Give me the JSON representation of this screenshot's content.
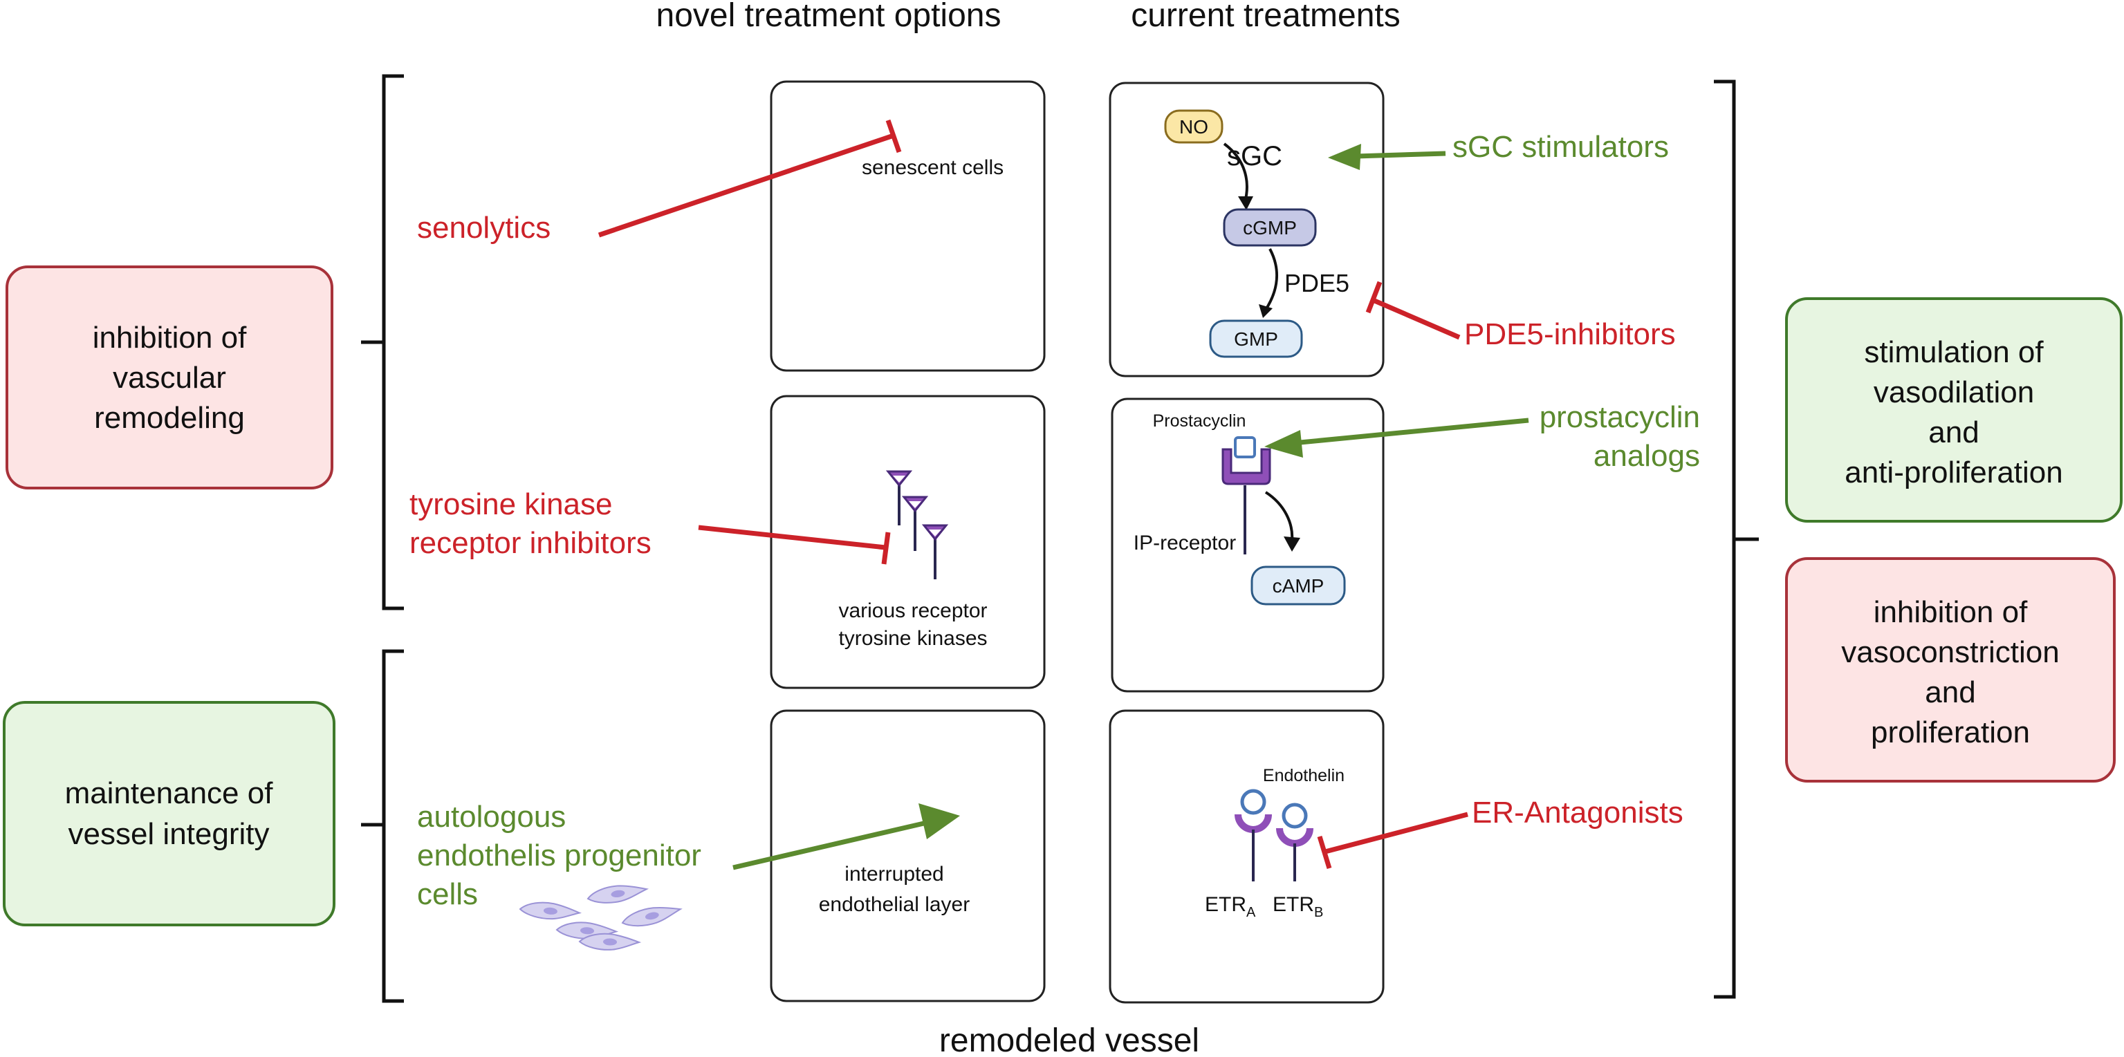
{
  "headers": {
    "novel": "novel treatment options",
    "current": "current  treatments",
    "bottom": "remodeled vessel"
  },
  "left_boxes": {
    "inhibition": [
      "inhibition of",
      "vascular",
      "remodeling"
    ],
    "maintenance": [
      "maintenance of",
      "vessel integrity"
    ]
  },
  "right_boxes": {
    "stimulation": [
      "stimulation of",
      "vasodilation",
      "and",
      "anti-proliferation"
    ],
    "inhibition": [
      "inhibition of",
      "vasoconstriction",
      "and",
      "proliferation"
    ]
  },
  "novel_labels": {
    "senolytics": "senolytics",
    "tki": [
      "tyrosine kinase",
      "receptor inhibitors"
    ],
    "autologous": [
      "autologous",
      "endothelis progenitor",
      "cells"
    ]
  },
  "current_labels": {
    "sgc_stimulators": "sGC stimulators",
    "pde5_inhibitors": "PDE5-inhibitors",
    "prostacyclin_analogs": [
      "prostacyclin",
      "analogs"
    ],
    "er_antagonists": "ER-Antagonists"
  },
  "panel_texts": {
    "senescent": "senescent cells",
    "rtk": [
      "various receptor",
      "tyrosine kinases"
    ],
    "interrupted": [
      "interrupted",
      "endothelial layer"
    ],
    "no": "NO",
    "sgc": "sGC",
    "cgmp": "cGMP",
    "pde5": "PDE5",
    "gmp": "GMP",
    "prostacyclin": "Prostacyclin",
    "ip_receptor": "IP-receptor",
    "camp": "cAMP",
    "endothelin": "Endothelin",
    "etr_a": "ETR",
    "etr_a_sub": "A",
    "etr_b": "ETR",
    "etr_b_sub": "B"
  },
  "colors": {
    "inhibit_red": "#cc2229",
    "stimulate_green": "#5b8a2e",
    "adventitia": "#f6e3a8",
    "media": "#f1b6b4",
    "elastic_lamina": "#b9b1d8",
    "intima": "#e7cfe0"
  }
}
